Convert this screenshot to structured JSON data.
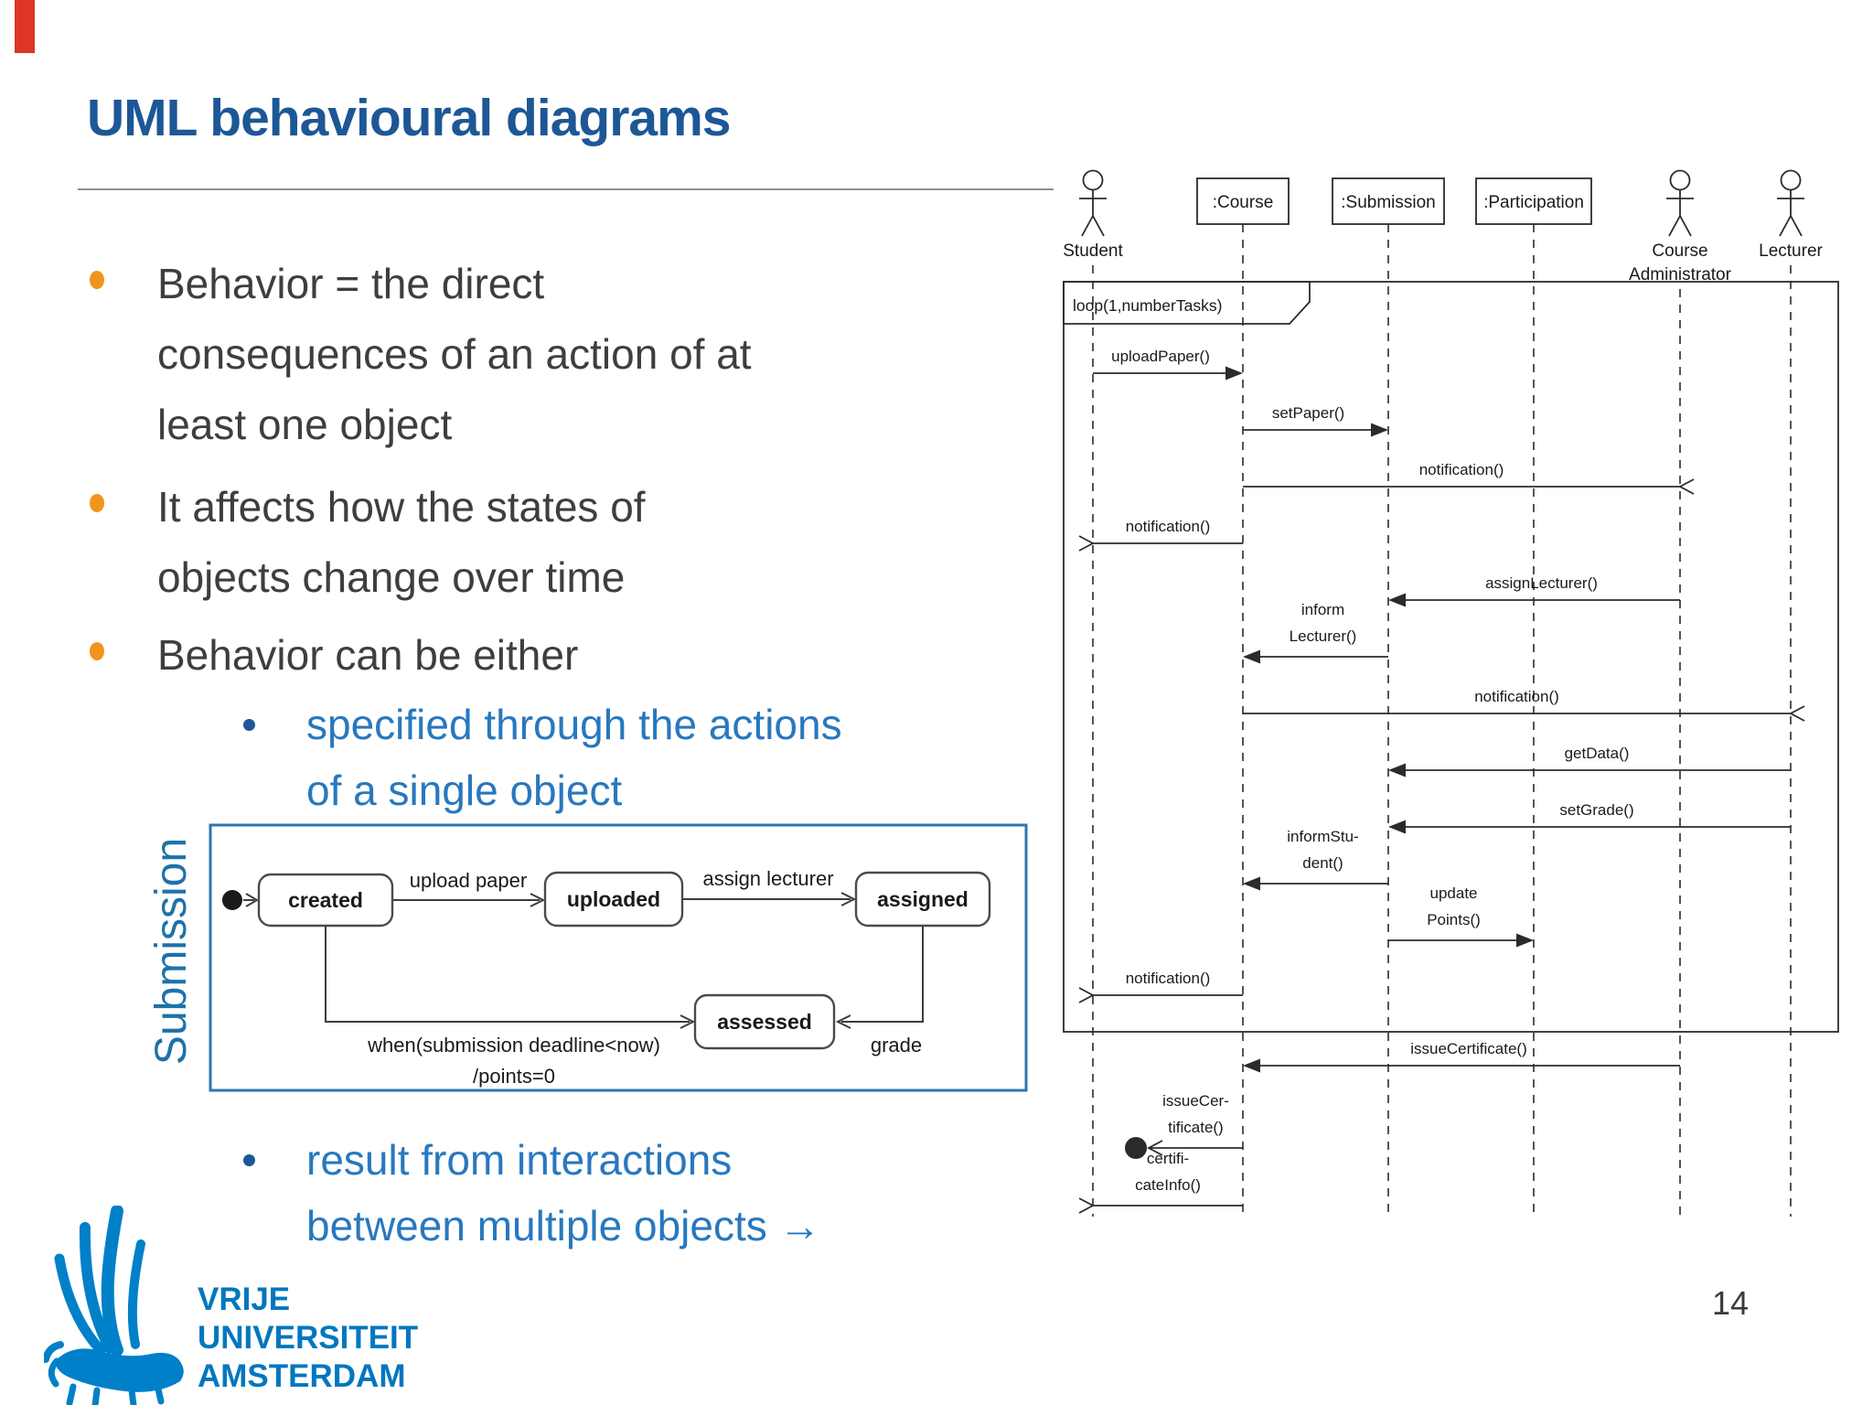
{
  "slide": {
    "title": "UML behavioural diagrams",
    "page_number": "14",
    "bullets": [
      "Behavior  = the direct\nconsequences of an action of at\nleast one object",
      "It affects how the states of\nobjects change over time",
      "Behavior can be either"
    ],
    "sub_bullets": [
      "specified through the actions\nof a single object",
      "result from interactions\nbetween multiple objects →"
    ],
    "logo_lines": [
      "VRIJE",
      "UNIVERSITEIT",
      "AMSTERDAM"
    ],
    "colors": {
      "title_blue": "#1d5796",
      "body_gray": "#3e3e3e",
      "bullet_orange": "#f0941e",
      "sub_bullet_blue": "#2878be",
      "sub_dot_blue": "#1d5796",
      "vu_blue": "#0080c8",
      "state_box_border_blue": "#2e74b5",
      "submission_label_blue": "#1d72aa",
      "diagram_ink": "#2b2b2b",
      "marker_red": "#dd3526"
    }
  },
  "state_diagram": {
    "title": "Submission",
    "states": [
      "created",
      "uploaded",
      "assigned",
      "assessed"
    ],
    "transitions": {
      "create_to_upload": "upload paper",
      "upload_to_assign": "assign lecturer",
      "assign_to_assessed": "grade",
      "deadline_guard": "when(submission deadline<now)",
      "deadline_action": "/points=0"
    }
  },
  "sequence_diagram": {
    "loop_label": "loop(1,numberTasks)",
    "lifelines": [
      {
        "name": "Student",
        "kind": "actor"
      },
      {
        "name": ":Course",
        "kind": "object"
      },
      {
        "name": ":Submission",
        "kind": "object"
      },
      {
        "name": ":Participation",
        "kind": "object"
      },
      {
        "name": "Course\nAdministrator",
        "kind": "actor"
      },
      {
        "name": "Lecturer",
        "kind": "actor"
      }
    ],
    "messages": [
      {
        "label": "uploadPaper()",
        "from": 0,
        "to": 1,
        "head": "filled"
      },
      {
        "label": "setPaper()",
        "from": 1,
        "to": 2,
        "head": "filled"
      },
      {
        "label": "notification()",
        "from": 1,
        "to": 4,
        "head": "open"
      },
      {
        "label": "notification()",
        "from": 1,
        "to": 0,
        "head": "open"
      },
      {
        "label": "assignLecturer()",
        "from": 4,
        "to": 2,
        "head": "filled"
      },
      {
        "label": "inform\nLecturer()",
        "from": 2,
        "to": 1,
        "head": "filled"
      },
      {
        "label": "notification()",
        "from": 1,
        "to": 5,
        "head": "open"
      },
      {
        "label": "getData()",
        "from": 5,
        "to": 2,
        "head": "filled"
      },
      {
        "label": "setGrade()",
        "from": 5,
        "to": 2,
        "head": "filled"
      },
      {
        "label": "informStu-\ndent()",
        "from": 2,
        "to": 1,
        "head": "filled"
      },
      {
        "label": "update\nPoints()",
        "from": 2,
        "to": 3,
        "head": "filled"
      },
      {
        "label": "notification()",
        "from": 1,
        "to": 0,
        "head": "open"
      },
      {
        "label": "issueCertificate()",
        "from": 4,
        "to": 1,
        "head": "filled"
      },
      {
        "label": "issueCer-\ntificate()",
        "from": 1,
        "to": 0,
        "head": "lost"
      },
      {
        "label": "certifi-\ncateInfo()",
        "from": 1,
        "to": 0,
        "head": "open"
      }
    ]
  }
}
